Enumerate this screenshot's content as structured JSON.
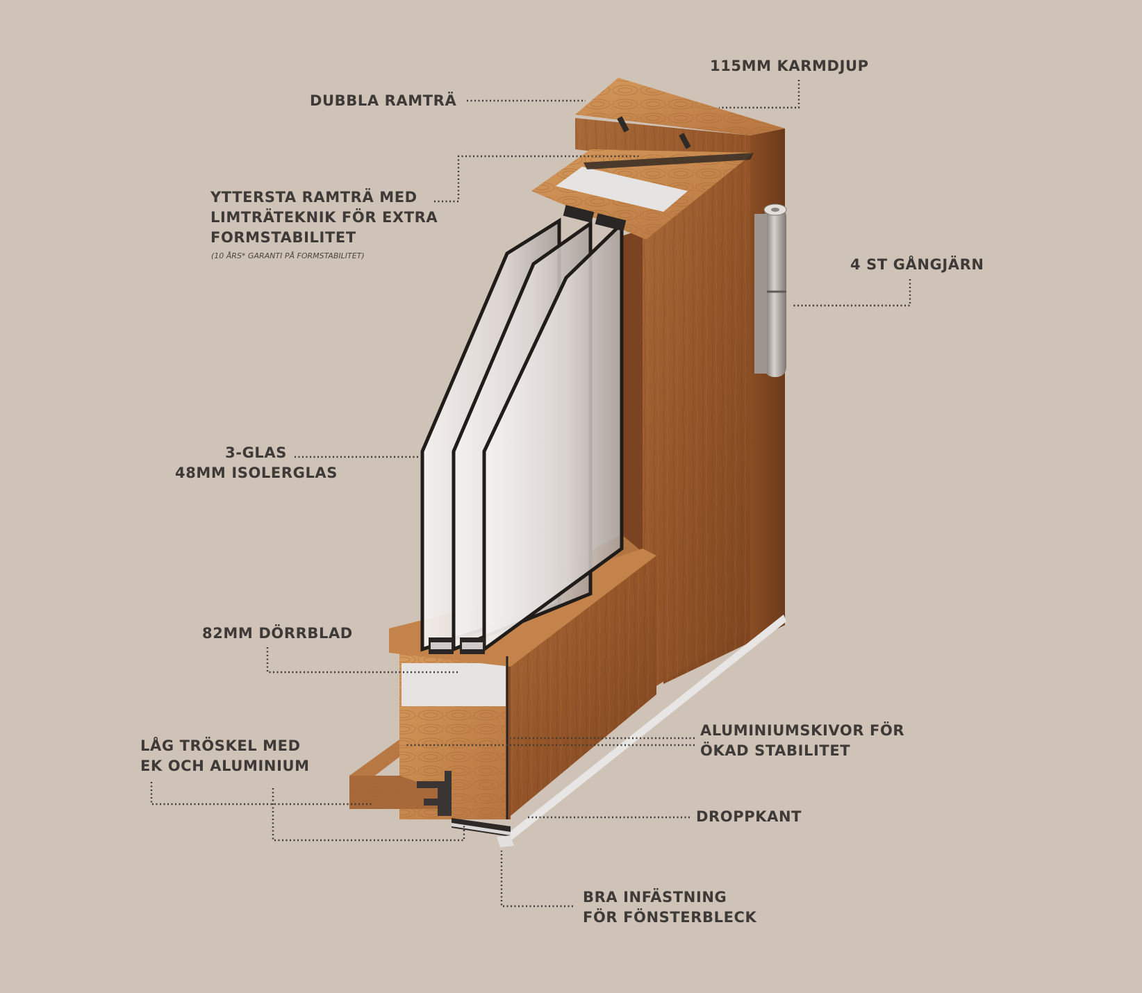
{
  "colors": {
    "background": "#cfc2b6",
    "label_text": "#3e3a37",
    "wood_face": "#9a5a2c",
    "wood_end_grain": "#c98a4e",
    "glass": "#e8e4e2",
    "insulation": "#e6e4e2",
    "aluminium": "#cfcfcf",
    "hinge": "#b7b0ab"
  },
  "labels": {
    "karmdjup": "115MM KARMDJUP",
    "dubbla_ramtra": "DUBBLA RAMTRÄ",
    "yttersta": {
      "line1": "YTTERSTA RAMTRÄ MED",
      "line2": "LIMTRÄTEKNIK FÖR EXTRA",
      "line3": "FORMSTABILITET",
      "note": "(10 ÅRS* GARANTI PÅ FORMSTABILITET)"
    },
    "gangjarn": "4 ST GÅNGJÄRN",
    "glas": {
      "line1": "3-GLAS",
      "line2": "48MM ISOLERGLAS"
    },
    "dorrblad": "82MM DÖRRBLAD",
    "troskel": {
      "line1": "LÅG TRÖSKEL MED",
      "line2": "EK OCH ALUMINIUM"
    },
    "aluminiumskivor": {
      "line1": "ALUMINIUMSKIVOR FÖR",
      "line2": "ÖKAD STABILITET"
    },
    "droppkant": "DROPPKANT",
    "infastning": {
      "line1": "BRA INFÄSTNING",
      "line2": "FÖR FÖNSTERBLECK"
    }
  }
}
